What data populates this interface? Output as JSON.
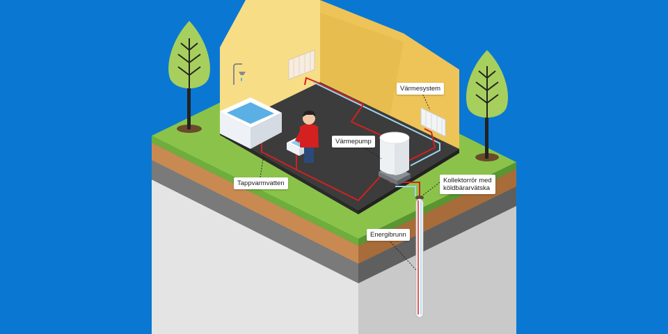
{
  "diagram": {
    "labels": {
      "varmesystem": "Värmesystem",
      "varmepump": "Värmepump",
      "tappvarmvatten": "Tappvarmvatten",
      "kollektorror": "Kollektorrör med\nköldbärarvätska",
      "energibrunn": "Energibrunn"
    }
  },
  "colors": {
    "background": "#0a78d2",
    "grass": "#8bc34a",
    "soil": "#c98a52",
    "bedrock": "#d8d8d8",
    "floor": "#3c3c3c",
    "wall": "#f3cf6d",
    "hot_pipe": "#d42020",
    "cold_pipe": "#9fd4ef"
  }
}
